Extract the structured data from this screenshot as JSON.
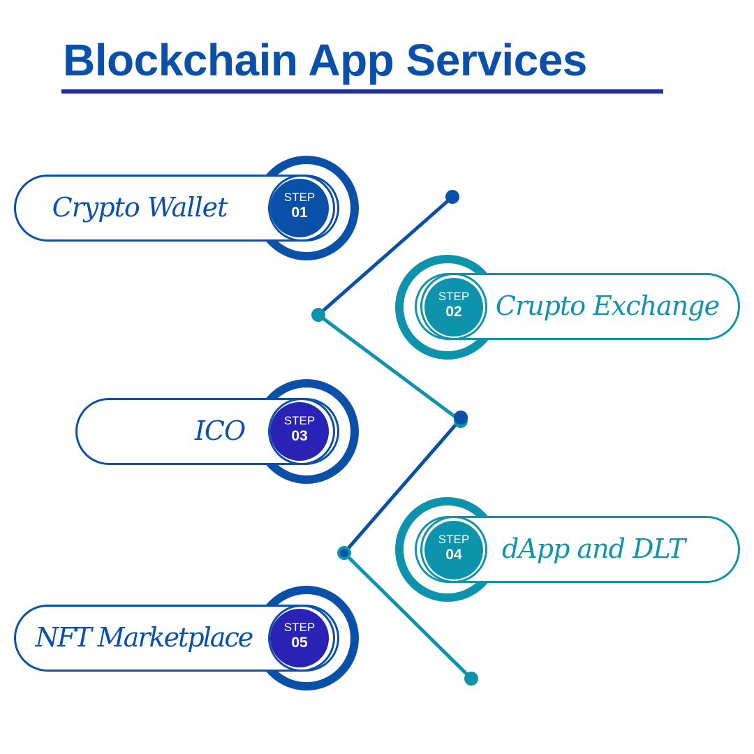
{
  "title": "Blockchain App Services",
  "colors": {
    "title": "#0a4fa8",
    "underline": "#1f2f9e",
    "blue": "#0a4fa8",
    "teal": "#0d93ac",
    "indigo": "#2a22b5",
    "label_blue": "#0a4fa8",
    "label_teal": "#0d93ac"
  },
  "steps": [
    {
      "word": "STEP",
      "number": "01",
      "label": "Crypto Wallet",
      "ring_color": "#0a4fa8",
      "badge_color": "#0a4fa8"
    },
    {
      "word": "STEP",
      "number": "02",
      "label": "Crupto Exchange",
      "ring_color": "#0d93ac",
      "badge_color": "#0d93ac"
    },
    {
      "word": "STEP",
      "number": "03",
      "label": "ICO",
      "ring_color": "#0a4fa8",
      "badge_color": "#2a22b5"
    },
    {
      "word": "STEP",
      "number": "04",
      "label": "dApp and DLT",
      "ring_color": "#0d93ac",
      "badge_color": "#0d93ac"
    },
    {
      "word": "STEP",
      "number": "05",
      "label": "NFT Marketplace",
      "ring_color": "#0a4fa8",
      "badge_color": "#2a22b5"
    }
  ]
}
